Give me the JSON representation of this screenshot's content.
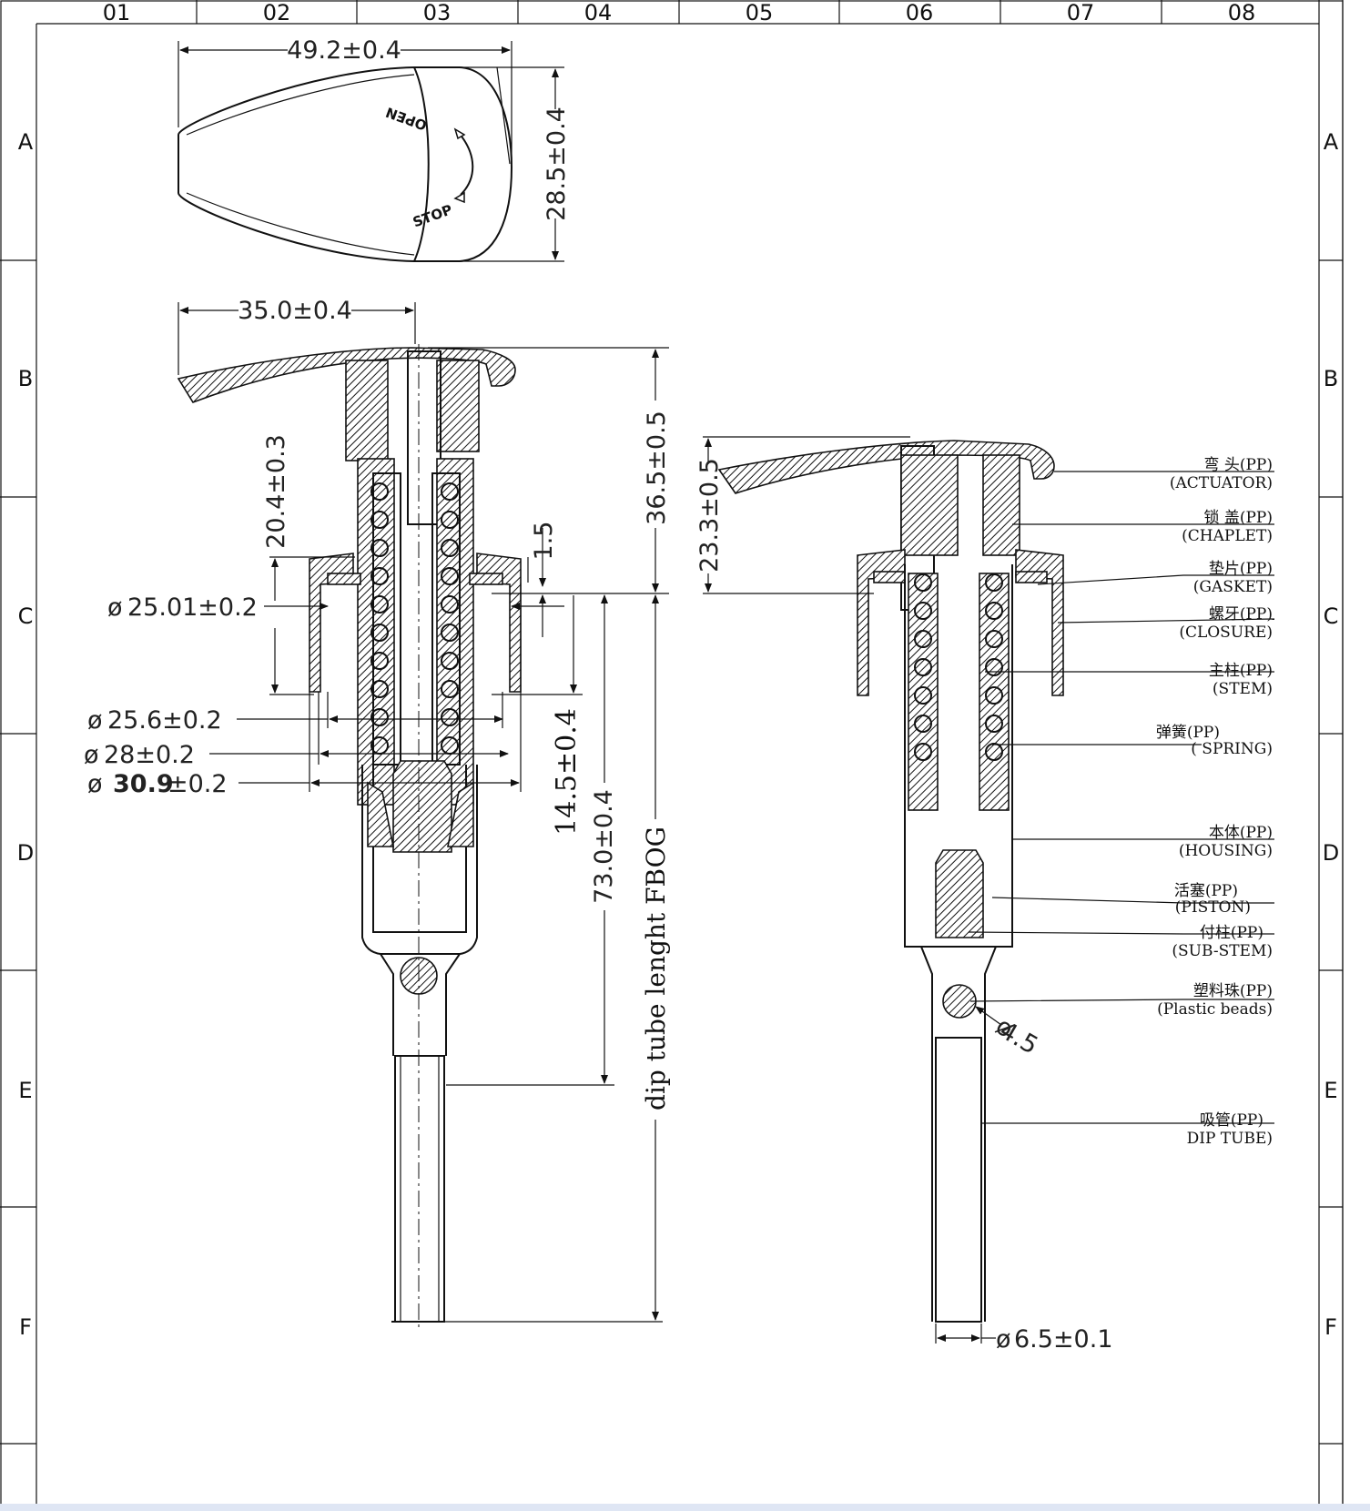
{
  "grid": {
    "columns": [
      "01",
      "02",
      "03",
      "04",
      "05",
      "06",
      "07",
      "08"
    ],
    "rows": [
      "A",
      "B",
      "C",
      "D",
      "E",
      "F"
    ]
  },
  "top_view": {
    "width_dim": "49.2±0.4",
    "height_dim": "28.5±0.4",
    "open_label": "OPEN",
    "stop_label": "STOP"
  },
  "front_view": {
    "nozzle_dim": "35.0±0.4",
    "height_36": "36.5±0.5",
    "height_20": "20.4±0.3",
    "gap_15": "1.5",
    "dia_2501": "25.01±0.2",
    "dia_256": "25.6±0.2",
    "dia_28": "28±0.2",
    "dia_309_value": "30.9",
    "dia_309_tol": "±0.2",
    "stroke": "14.5±0.4",
    "length_73": "73.0±0.4",
    "dip_tube": "dip tube lenght FBOG"
  },
  "section_view": {
    "height_23": "23.3±0.5",
    "bead_dia": "4.5",
    "tube_dia": "6.5±0.1",
    "parts": [
      {
        "cn": "弯 头(PP)",
        "en": "(ACTUATOR)"
      },
      {
        "cn": "锁 盖(PP)",
        "en": "(CHAPLET)"
      },
      {
        "cn": "垫片(PP)",
        "en": "(GASKET)"
      },
      {
        "cn": "螺牙(PP)",
        "en": "(CLOSURE)"
      },
      {
        "cn": "主柱(PP)",
        "en": "(STEM)"
      },
      {
        "cn": "弹簧(PP)",
        "en": "( SPRING)"
      },
      {
        "cn": "本体(PP)",
        "en": "(HOUSING)"
      },
      {
        "cn": "活塞(PP)",
        "en": "(PISTON)"
      },
      {
        "cn": "付柱(PP)",
        "en": "(SUB-STEM)"
      },
      {
        "cn": "塑料珠(PP)",
        "en": "(Plastic beads)"
      },
      {
        "cn": "吸管(PP)",
        "en": "DIP TUBE)"
      }
    ]
  }
}
